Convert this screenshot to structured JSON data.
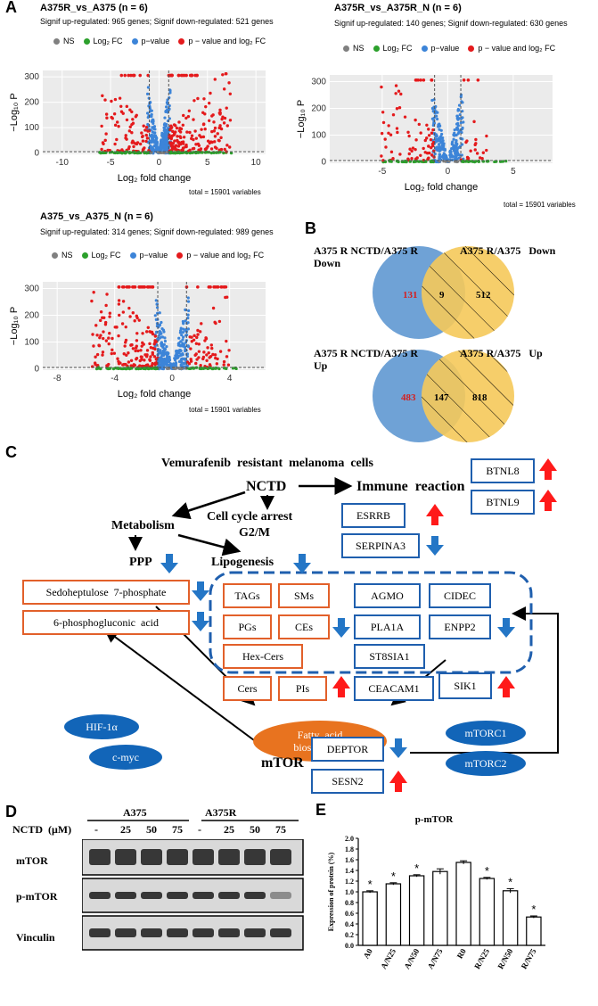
{
  "panels": {
    "a": "A",
    "b": "B",
    "c": "C",
    "d": "D",
    "e": "E"
  },
  "legend": {
    "ns": "NS",
    "log2fc": "Log₂ FC",
    "pvalue": "p−value",
    "both": "p − value and log₂ FC"
  },
  "colors": {
    "ns": "#808080",
    "log2fc": "#2ca02c",
    "pvalue": "#3c84d8",
    "both": "#e41a1c",
    "orange": "#e2602a",
    "blue": "#1f5fae",
    "venn_left": "#6fa2d6",
    "venn_right": "#f5c95a"
  },
  "volcano": [
    {
      "title": "A375R_vs_A375 (n = 6)",
      "subtitle": "Signif up-regulated: 965 genes; Signif down-regulated: 521 genes",
      "xlabel": "Log₂ fold change",
      "ylabel": "−Log₁₀ P",
      "total": "total = 15901 variables",
      "xticks": [
        "-10",
        "-5",
        "0",
        "5",
        "10"
      ],
      "yticks": [
        "0",
        "100",
        "200",
        "300"
      ]
    },
    {
      "title": "A375R_vs_A375R_N (n = 6)",
      "subtitle": "Signif up-regulated: 140 genes; Signif down-regulated: 630 genes",
      "xlabel": "Log₂ fold change",
      "ylabel": "−Log₁₀ P",
      "total": "total = 15901 variables",
      "xticks": [
        "-5",
        "0",
        "5"
      ],
      "yticks": [
        "0",
        "100",
        "200",
        "300"
      ]
    },
    {
      "title": "A375_vs_A375_N (n = 6)",
      "subtitle": "Signif up-regulated: 314 genes; Signif down-regulated: 989 genes",
      "xlabel": "Log₂ fold change",
      "ylabel": "−Log₁₀ P",
      "total": "total = 15901 variables",
      "xticks": [
        "-8",
        "-4",
        "0",
        "4"
      ],
      "yticks": [
        "0",
        "100",
        "200",
        "300"
      ]
    }
  ],
  "venn": [
    {
      "left_label": "A375 R NCTD/A375 R",
      "left_label2": "Down",
      "right_label": "A375 R/A375   Down",
      "left_only": "131",
      "overlap": "9",
      "right_only": "512"
    },
    {
      "left_label": "A375 R NCTD/A375 R",
      "left_label2": "Up",
      "right_label": "A375 R/A375   Up",
      "left_only": "483",
      "overlap": "147",
      "right_only": "818"
    }
  ],
  "pathway": {
    "title": "Vemurafenib  resistant  melanoma  cells",
    "nctd": "NCTD",
    "immune": "Immune  reaction",
    "cell_cycle": "Cell cycle arrest",
    "g2m": "G2/M",
    "metabolism": "Metabolism",
    "ppp": "PPP",
    "lipogenesis": "Lipogenesis",
    "mtor": "mTOR",
    "btnl8": "BTNL8",
    "btnl9": "BTNL9",
    "esrrb": "ESRRB",
    "serpina3": "SERPINA3",
    "sedo": "Sedoheptulose  7-phosphate",
    "pga": "6-phosphogluconic  acid",
    "tags": "TAGs",
    "sms": "SMs",
    "pgs": "PGs",
    "ces": "CEs",
    "hexcers": "Hex-Cers",
    "cers": "Cers",
    "pis": "PIs",
    "agmo": "AGMO",
    "cidec": "CIDEC",
    "pla1a": "PLA1A",
    "enpp2": "ENPP2",
    "st8sia1": "ST8SIA1",
    "ceacam1": "CEACAM1",
    "sik1": "SIK1",
    "hif": "HIF-1α",
    "cmyc": "c-myc",
    "mtorc1": "mTORC1",
    "mtorc2": "mTORC2",
    "fatty": "Fatty  acid",
    "fatty2": "biosynthesis",
    "deptor": "DEPTOR",
    "sesn2": "SESN2"
  },
  "western": {
    "groups": [
      "A375",
      "A375R"
    ],
    "nctd_label": "NCTD  (μM)",
    "doses": [
      "-",
      "25",
      "50",
      "75",
      "-",
      "25",
      "50",
      "75"
    ],
    "rows": [
      "mTOR",
      "p-mTOR",
      "Vinculin"
    ]
  },
  "chart_data": {
    "type": "bar",
    "title": "p-mTOR",
    "ylabel": "Expression of protein (%)",
    "xlabel": "",
    "categories": [
      "A0",
      "A/N25",
      "A/N50",
      "A/N75",
      "R0",
      "R/N25",
      "R/N50",
      "R/N75"
    ],
    "values": [
      1.0,
      1.15,
      1.3,
      1.38,
      1.55,
      1.25,
      1.02,
      0.53
    ],
    "errors": [
      0.02,
      0.02,
      0.02,
      0.05,
      0.03,
      0.02,
      0.04,
      0.02
    ],
    "significant": [
      "*",
      "*",
      "*",
      "",
      "",
      "*",
      "*",
      "*"
    ],
    "ylim": [
      0,
      2.0
    ],
    "yticks": [
      "0.0",
      "0.2",
      "0.4",
      "0.6",
      "0.8",
      "1.0",
      "1.2",
      "1.4",
      "1.6",
      "1.8",
      "2.0"
    ],
    "grid": false
  }
}
